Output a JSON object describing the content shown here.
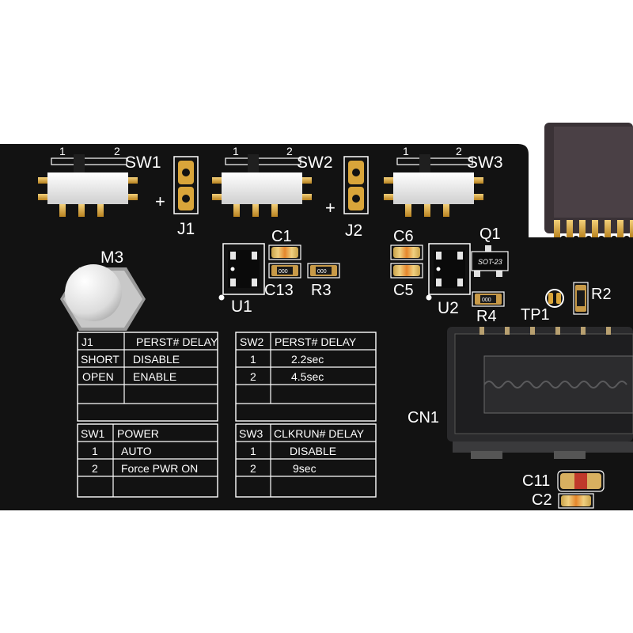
{
  "switches": [
    {
      "ref": "SW1",
      "pin1": "1",
      "pin2": "2"
    },
    {
      "ref": "SW2",
      "pin1": "1",
      "pin2": "2"
    },
    {
      "ref": "SW3",
      "pin1": "1",
      "pin2": "2"
    }
  ],
  "jumpers": [
    {
      "ref": "J1",
      "plus": "+"
    },
    {
      "ref": "J2",
      "plus": "+"
    }
  ],
  "labels": {
    "m3": "M3",
    "u1": "U1",
    "u2": "U2",
    "c1": "C1",
    "c13": "C13",
    "r3": "R3",
    "c6": "C6",
    "c5": "C5",
    "q1": "Q1",
    "q1_package": "SOT-23",
    "r4": "R4",
    "tp1": "TP1",
    "r2": "R2",
    "cn1": "CN1",
    "c11": "C11",
    "c2": "C2",
    "res_code": "000"
  },
  "tables": {
    "j1": {
      "header": [
        "J1",
        "PERST# DELAY"
      ],
      "rows": [
        [
          "SHORT",
          "DISABLE"
        ],
        [
          "OPEN",
          "ENABLE"
        ],
        [
          "",
          ""
        ]
      ]
    },
    "sw2": {
      "header": [
        "SW2",
        "PERST# DELAY"
      ],
      "rows": [
        [
          "1",
          "2.2sec"
        ],
        [
          "2",
          "4.5sec"
        ],
        [
          "",
          ""
        ]
      ]
    },
    "sw1": {
      "header": [
        "SW1",
        "POWER"
      ],
      "rows": [
        [
          "1",
          "AUTO"
        ],
        [
          "2",
          "Force PWR ON"
        ],
        [
          "",
          ""
        ]
      ]
    },
    "sw3": {
      "header": [
        "SW3",
        "CLKRUN# DELAY"
      ],
      "rows": [
        [
          "1",
          "DISABLE"
        ],
        [
          "2",
          "9sec"
        ],
        [
          "",
          ""
        ]
      ]
    }
  },
  "colors": {
    "board": "#121212",
    "silkscreen": "#ffffff",
    "gold": "#d9a53a",
    "switch_body": "#e6e6e6",
    "cap_orange": "#e08a2c",
    "connector": "#2a2a2c"
  }
}
